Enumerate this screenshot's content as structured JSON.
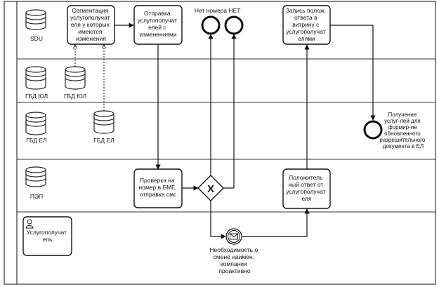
{
  "lanes": [
    {
      "id": "sdu",
      "db_labels": [
        "SDU"
      ]
    },
    {
      "id": "gbd-ul",
      "db_labels": [
        "ГБД ЮЛ",
        "ГБД ЮЛ"
      ]
    },
    {
      "id": "gbd-el",
      "db_labels": [
        "ГБД ЕЛ",
        "ГБД ЕЛ"
      ]
    },
    {
      "id": "pep",
      "db_labels": [
        "ПЭП"
      ]
    },
    {
      "id": "recipient",
      "db_labels": []
    }
  ],
  "tasks": {
    "segmentation": [
      "Сегментация",
      "услугополучат",
      "еля у которых",
      "имеются",
      "изменения"
    ],
    "send": [
      "Отправка",
      "услугополучат",
      "елей с",
      "изменениями"
    ],
    "write_positive": [
      "Запись полож.",
      "ответа в",
      "витрину с",
      "услугополучат",
      "елями"
    ],
    "check_number": [
      "Проверка на",
      "номер в БМГ,",
      "отправка смс"
    ],
    "positive_answer": [
      "Положитель",
      "ный ответ от",
      "услугополучат",
      "еля"
    ],
    "recipient_task": [
      "Услугополучат",
      "ель"
    ]
  },
  "events": {
    "no_number": "Нет номера",
    "no": "НЕТ",
    "receive": [
      "Получение",
      "услуг-лей для",
      "формир-ие",
      "обновленного",
      "разрешительного",
      "документа в ЕЛ"
    ],
    "message": [
      "Необходимость о",
      "смене наимен.",
      "компании",
      "проактивно"
    ]
  },
  "gateway": {
    "symbol": "X"
  }
}
